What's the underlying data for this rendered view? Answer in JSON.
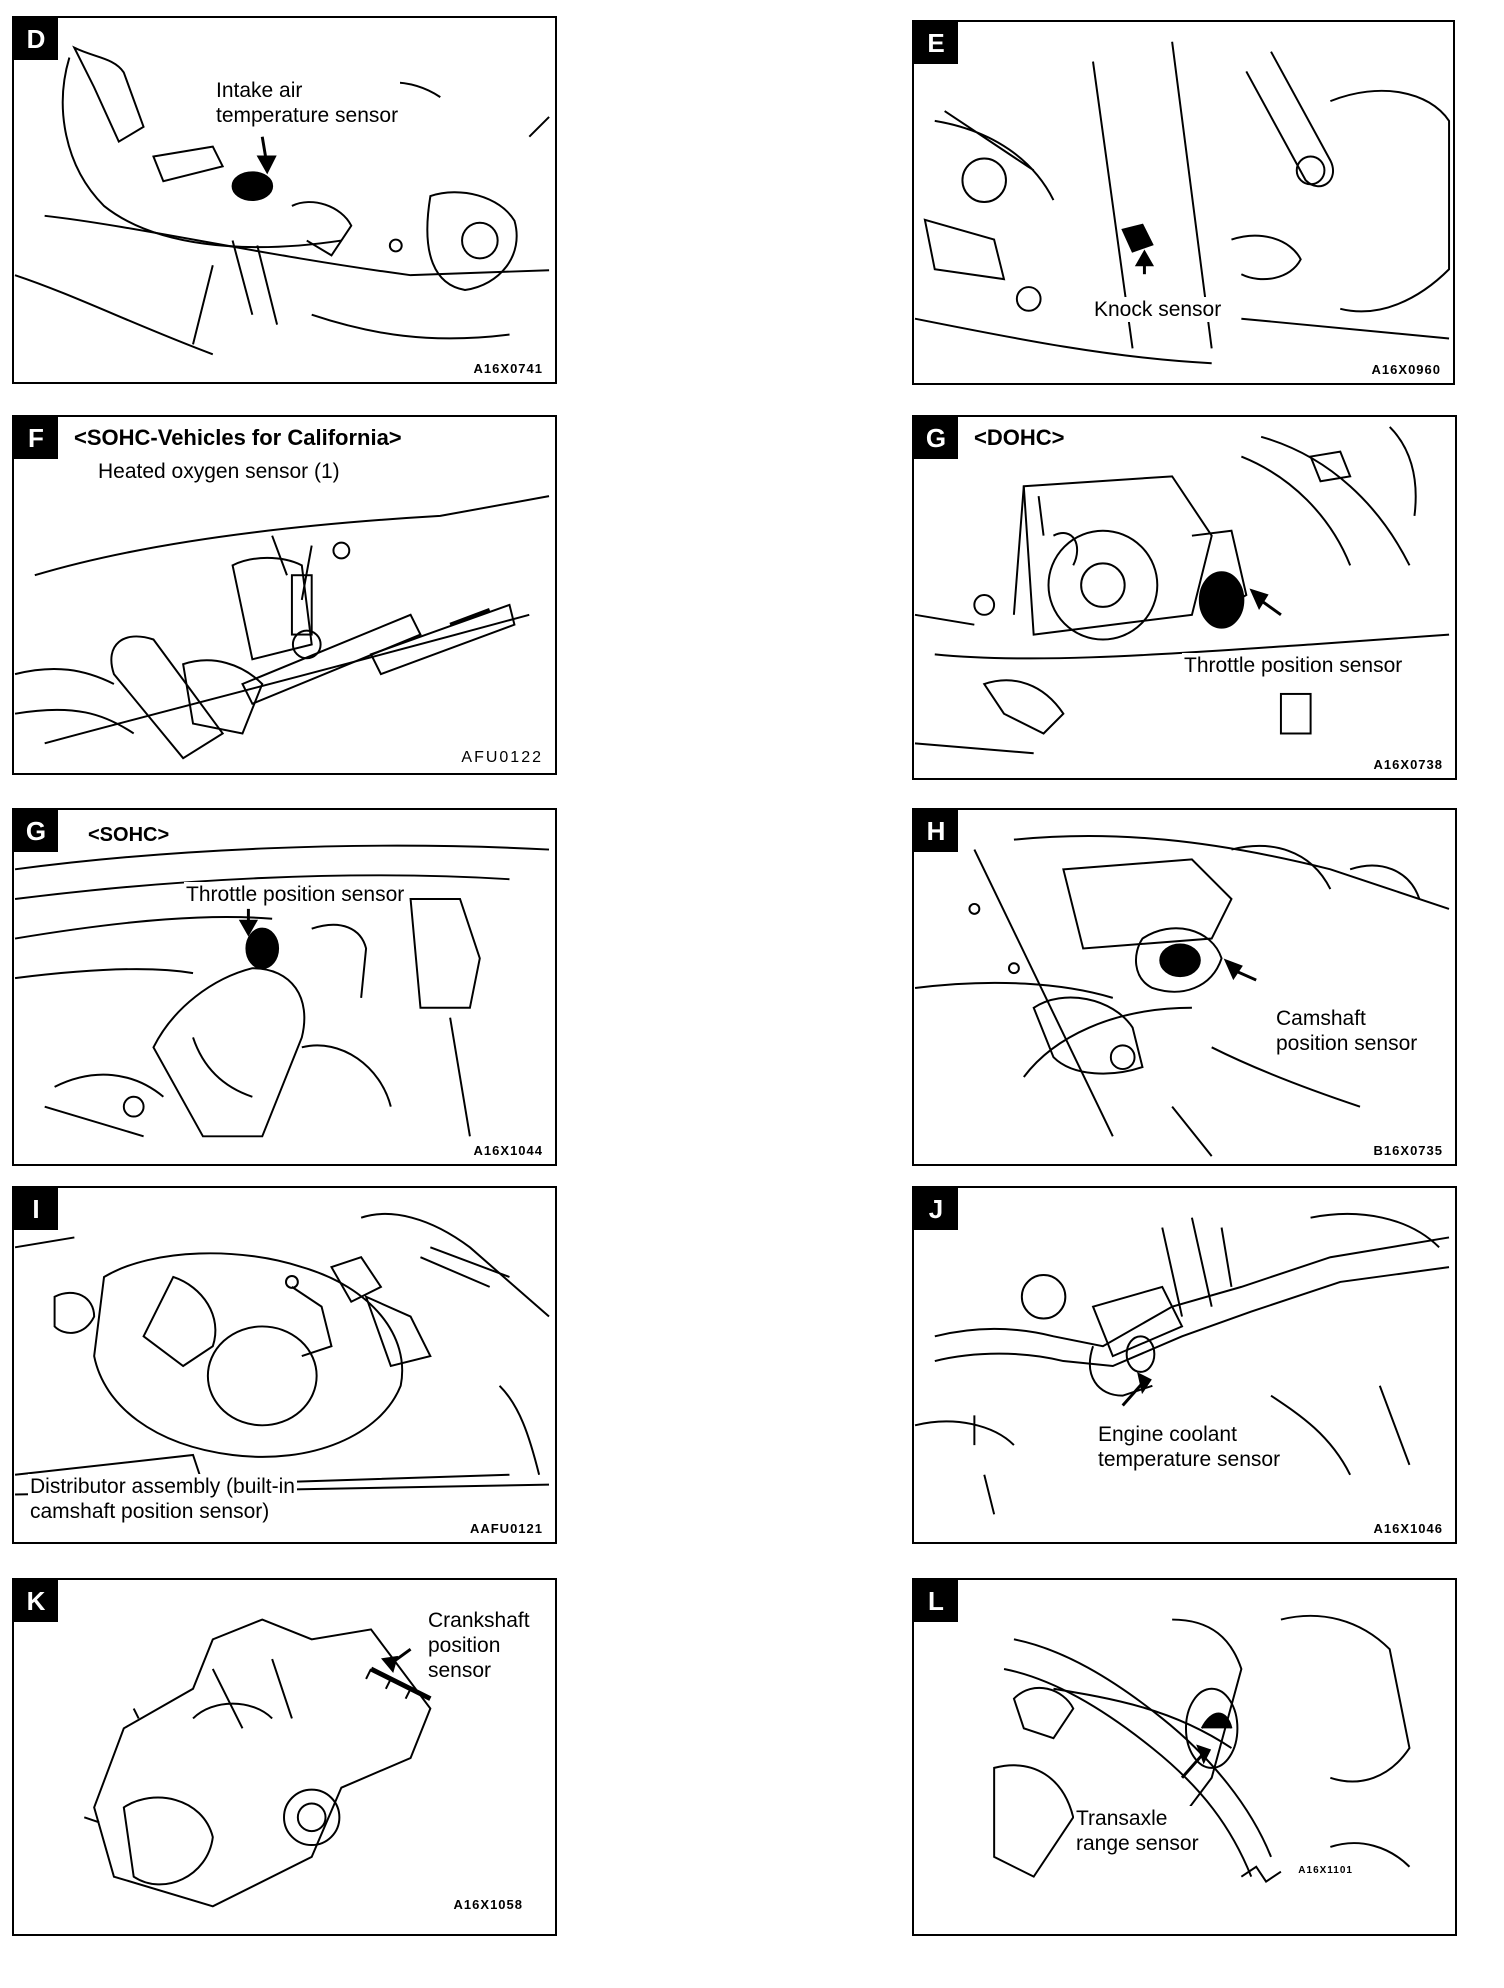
{
  "panels": {
    "D": {
      "letter": "D",
      "label": "Intake air\ntemperature sensor",
      "code": "A16X0741"
    },
    "E": {
      "letter": "E",
      "label": "Knock sensor",
      "code": "A16X0960"
    },
    "F": {
      "letter": "F",
      "heading": "<SOHC-Vehicles for California>",
      "label": "Heated oxygen sensor (1)",
      "code": "AFU0122"
    },
    "G1": {
      "letter": "G",
      "heading": "<DOHC>",
      "label": "Throttle position sensor",
      "code": "A16X0738"
    },
    "G2": {
      "letter": "G",
      "heading": "<SOHC>",
      "label": "Throttle position sensor",
      "code": "A16X1044"
    },
    "H": {
      "letter": "H",
      "label": "Camshaft\nposition sensor",
      "code": "B16X0735"
    },
    "I": {
      "letter": "I",
      "label": "Distributor assembly (built-in\ncamshaft position sensor)",
      "code": "AAFU0121"
    },
    "J": {
      "letter": "J",
      "label": "Engine coolant\ntemperature sensor",
      "code": "A16X1046"
    },
    "K": {
      "letter": "K",
      "label": "Crankshaft\nposition\nsensor",
      "code": "A16X1058"
    },
    "L": {
      "letter": "L",
      "label": "Transaxle\nrange sensor",
      "code": "A16X1101"
    }
  }
}
